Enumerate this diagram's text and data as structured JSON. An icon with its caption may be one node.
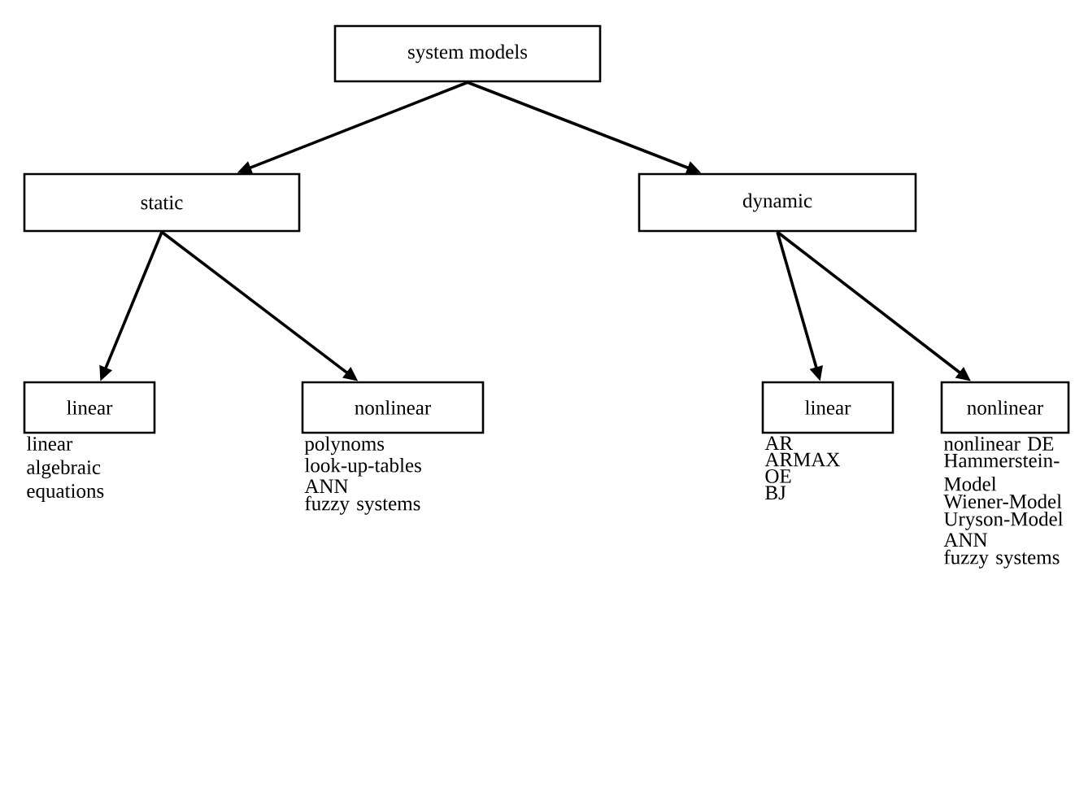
{
  "diagram": {
    "nodes": [
      {
        "text": [
          "system models"
        ]
      },
      {
        "text": [
          "static"
        ]
      },
      {
        "text": [
          "dynamic"
        ]
      },
      {
        "text": [
          "linear"
        ],
        "beside": [
          "linear algebraic equations"
        ]
      },
      {
        "text": [
          "nonlinear"
        ],
        "beside": [
          "polynoms",
          "look-up-tables",
          "ANN",
          "fuzzy systems"
        ]
      },
      {
        "text": [
          "linear"
        ],
        "beside": [
          "AR",
          "ARMAX",
          "OE",
          "BJ"
        ]
      },
      {
        "text": [
          "nonlinear"
        ],
        "beside": [
          "nonlinear DE",
          "Hammerstein-Model",
          "Wiener-Model",
          "Uryson-Model",
          "ANN",
          "fuzzy systems"
        ]
      }
    ],
    "edges": [
      {
        "from": 0,
        "to": 1,
        "arrow": "to"
      },
      {
        "from": 0,
        "to": 2,
        "arrow": "to"
      },
      {
        "from": 1,
        "to": 3,
        "arrow": "to"
      },
      {
        "from": 1,
        "to": 4,
        "arrow": "to"
      },
      {
        "from": 2,
        "to": 5,
        "arrow": "to"
      },
      {
        "from": 2,
        "to": 6,
        "arrow": "to"
      }
    ]
  }
}
